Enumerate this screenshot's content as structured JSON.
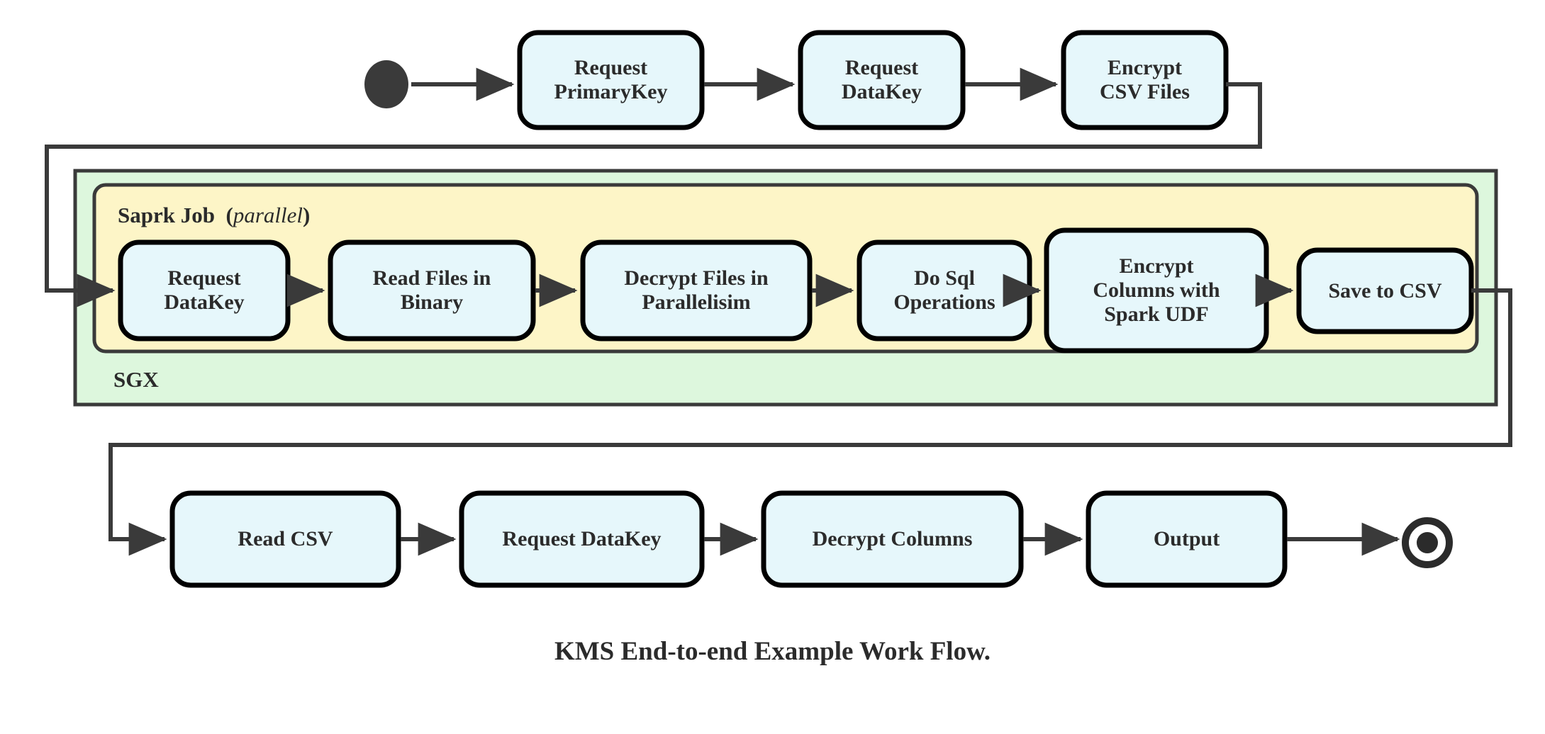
{
  "diagram": {
    "caption": "KMS End-to-end Example Work Flow.",
    "colors": {
      "node_fill": "#e6f7fb",
      "node_stroke": "#000000",
      "sgx_fill": "#ddf7dd",
      "spark_fill": "#fdf5c7",
      "group_stroke": "#3a3a3a",
      "edge": "#3a3a3a",
      "text": "#2b2b2b",
      "background": "#ffffff"
    },
    "markers": {
      "start": "start-node-filled-circle",
      "end": "end-node-bullseye"
    },
    "groups": [
      {
        "id": "sgx",
        "label": "SGX",
        "label_position": "bottom-left"
      },
      {
        "id": "spark",
        "label": "Saprk Job",
        "annotation": "parallel",
        "annotation_style": "italic-in-parentheses",
        "label_position": "top-left"
      }
    ],
    "rows": [
      {
        "id": "row-top",
        "nodes": [
          {
            "id": "request-primarykey",
            "label": "Request\nPrimaryKey"
          },
          {
            "id": "request-datakey-top",
            "label": "Request\nDataKey"
          },
          {
            "id": "encrypt-csv-files",
            "label": "Encrypt\nCSV Files"
          }
        ]
      },
      {
        "id": "row-spark",
        "nodes": [
          {
            "id": "request-datakey-spark",
            "label": "Request\nDataKey"
          },
          {
            "id": "read-files-in-binary",
            "label": "Read Files in\nBinary"
          },
          {
            "id": "decrypt-files-in-parallelisim",
            "label": "Decrypt Files in\nParallelisim"
          },
          {
            "id": "do-sql-operations",
            "label": "Do Sql\nOperations"
          },
          {
            "id": "encrypt-columns-with-spark-udf",
            "label": "Encrypt\nColumns with\nSpark UDF"
          },
          {
            "id": "save-to-csv",
            "label": "Save to CSV"
          }
        ]
      },
      {
        "id": "row-bottom",
        "nodes": [
          {
            "id": "read-csv",
            "label": "Read CSV"
          },
          {
            "id": "request-datakey-bottom",
            "label": "Request DataKey"
          },
          {
            "id": "decrypt-columns",
            "label": "Decrypt Columns"
          },
          {
            "id": "output",
            "label": "Output"
          }
        ]
      }
    ],
    "edges": [
      {
        "from": "start",
        "to": "request-primarykey",
        "type": "straight-arrow"
      },
      {
        "from": "request-primarykey",
        "to": "request-datakey-top",
        "type": "straight-arrow"
      },
      {
        "from": "request-datakey-top",
        "to": "encrypt-csv-files",
        "type": "straight-arrow"
      },
      {
        "from": "encrypt-csv-files",
        "to": "request-datakey-spark",
        "type": "orthogonal-wrap-left"
      },
      {
        "from": "request-datakey-spark",
        "to": "read-files-in-binary",
        "type": "straight-arrow"
      },
      {
        "from": "read-files-in-binary",
        "to": "decrypt-files-in-parallelisim",
        "type": "straight-arrow"
      },
      {
        "from": "decrypt-files-in-parallelisim",
        "to": "do-sql-operations",
        "type": "straight-arrow"
      },
      {
        "from": "do-sql-operations",
        "to": "encrypt-columns-with-spark-udf",
        "type": "straight-arrow"
      },
      {
        "from": "encrypt-columns-with-spark-udf",
        "to": "save-to-csv",
        "type": "straight-arrow"
      },
      {
        "from": "save-to-csv",
        "to": "read-csv",
        "type": "orthogonal-wrap-right"
      },
      {
        "from": "read-csv",
        "to": "request-datakey-bottom",
        "type": "straight-arrow"
      },
      {
        "from": "request-datakey-bottom",
        "to": "decrypt-columns",
        "type": "straight-arrow"
      },
      {
        "from": "decrypt-columns",
        "to": "output",
        "type": "straight-arrow"
      },
      {
        "from": "output",
        "to": "end",
        "type": "straight-arrow"
      }
    ]
  }
}
